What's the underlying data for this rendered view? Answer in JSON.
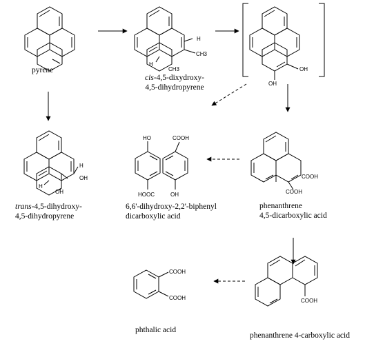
{
  "compounds": {
    "pyrene": {
      "name": "pyrene"
    },
    "cis_dihydrodiol": {
      "prefix": "cis",
      "line1": "-4,5-dixydroxy-",
      "line2": "4,5-dihydropyrene",
      "sub_h1": "H",
      "sub_me1": "CH3",
      "sub_h2": "H",
      "sub_me2": "CH3"
    },
    "diol_intermediate": {
      "sub_oh1": "OH",
      "sub_oh2": "OH"
    },
    "trans_dihydrodiol": {
      "prefix": "trans",
      "line1": "-4,5-dihydroxy-",
      "line2": "4,5-dihydropyrene",
      "sub_h1": "H",
      "sub_oh1": "OH",
      "sub_h2": "H",
      "sub_oh2": "OH"
    },
    "biphenyl_acid": {
      "line1": "6,6'-dihydroxy-2,2'-biphenyl",
      "line2": "dicarboxylic acid",
      "sub_ho": "HO",
      "sub_cooh": "COOH",
      "sub_hooc": "HOOC",
      "sub_oh": "OH"
    },
    "phen_dicarboxylic": {
      "line1": "phenanthrene",
      "line2": "4,5-dicarboxylic acid",
      "sub_cooh1": "COOH",
      "sub_cooh2": "COOH"
    },
    "phen_carboxylic": {
      "name": "phenanthrene 4-carboxylic acid",
      "sub_cooh": "COOH"
    },
    "phthalic": {
      "name": "phthalic acid",
      "sub_cooh1": "COOH",
      "sub_cooh2": "COOH"
    }
  },
  "arrows": [
    {
      "from": "pyrene",
      "to": "cis_dihydrodiol",
      "style": "solid"
    },
    {
      "from": "cis_dihydrodiol",
      "to": "diol_intermediate",
      "style": "solid"
    },
    {
      "from": "pyrene",
      "to": "trans_dihydrodiol",
      "style": "solid"
    },
    {
      "from": "diol_intermediate",
      "to": "cis_dihydrodiol_label",
      "style": "dashed"
    },
    {
      "from": "diol_intermediate",
      "to": "phen_dicarboxylic",
      "style": "solid"
    },
    {
      "from": "phen_dicarboxylic",
      "to": "biphenyl_acid",
      "style": "dashed"
    },
    {
      "from": "phen_dicarboxylic",
      "to": "phen_carboxylic",
      "style": "solid"
    },
    {
      "from": "phen_carboxylic",
      "to": "phthalic",
      "style": "dashed"
    }
  ]
}
